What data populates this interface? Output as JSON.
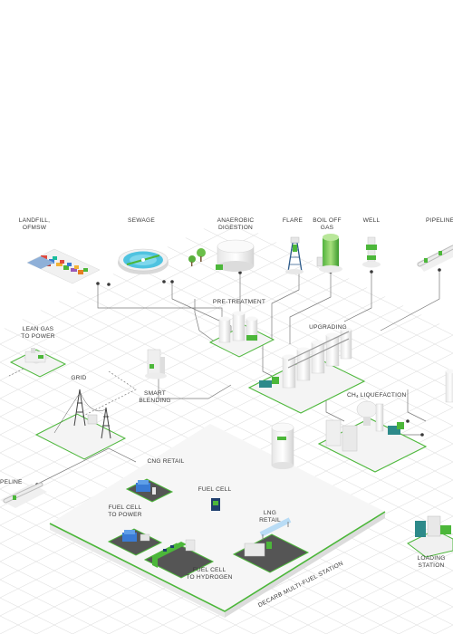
{
  "colors": {
    "accent": "#4cb73a",
    "grid": "#e4e4e4",
    "line": "#777777",
    "platform": "#f4f4f4"
  },
  "labels": {
    "landfill": "LANDFILL,\nOFMSW",
    "sewage": "SEWAGE",
    "anaerobic": "ANAEROBIC\nDIGESTION",
    "flare": "FLARE",
    "boiloff": "BOIL OFF\nGAS",
    "well": "WELL",
    "pipeline_top": "PIPELINE",
    "pretreatment": "PRE-TREATMENT",
    "upgrading": "UPGRADING",
    "leangas": "LEAN GAS\nTO POWER",
    "grid": "GRID",
    "smartblending": "SMART\nBLENDING",
    "ch4_prefix": "CH",
    "ch4_sub": "4",
    "ch4_suffix": " LIQUEFACTION",
    "pipeline_left": "PELINE",
    "cngretail": "CNG RETAIL",
    "fuelcell": "FUEL CELL",
    "fc_power": "FUEL CELL\nTO POWER",
    "lngretail": "LNG\nRETAIL",
    "fc_hydrogen": "FUEL CELL\nTO HYDROGEN",
    "loading": "LOADING\nSTATION",
    "station": "DECARB MULTI-FUEL STATION"
  }
}
